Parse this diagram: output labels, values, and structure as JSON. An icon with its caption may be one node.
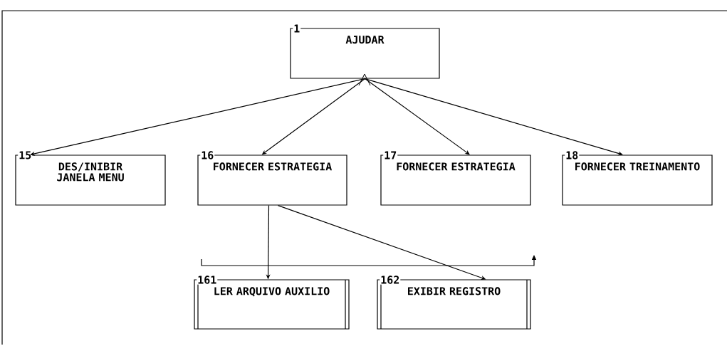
{
  "diagram": {
    "nodes": [
      {
        "text": [
          "1",
          "AJUDAR"
        ]
      },
      {
        "text": [
          "15",
          "DES/INIBIR JANELA MENU"
        ]
      },
      {
        "text": [
          "16",
          "FORNECER ESTRATEGIA"
        ]
      },
      {
        "text": [
          "17",
          "FORNECER ESTRATEGIA"
        ]
      },
      {
        "text": [
          "18",
          "FORNECER TREINAMENTO"
        ]
      },
      {
        "text": [
          "161",
          "LER ARQUIVO AUXILIO"
        ]
      },
      {
        "text": [
          "162",
          "EXIBIR REGISTRO"
        ]
      }
    ],
    "edges": [
      {
        "from": 0,
        "to": 1,
        "arrow": "to"
      },
      {
        "from": 0,
        "to": 2,
        "arrow": "to"
      },
      {
        "from": 0,
        "to": 3,
        "arrow": "to"
      },
      {
        "from": 0,
        "to": 4,
        "arrow": "to"
      },
      {
        "from": 2,
        "to": 5,
        "arrow": "to"
      },
      {
        "from": 2,
        "to": 6,
        "arrow": "to"
      }
    ]
  }
}
